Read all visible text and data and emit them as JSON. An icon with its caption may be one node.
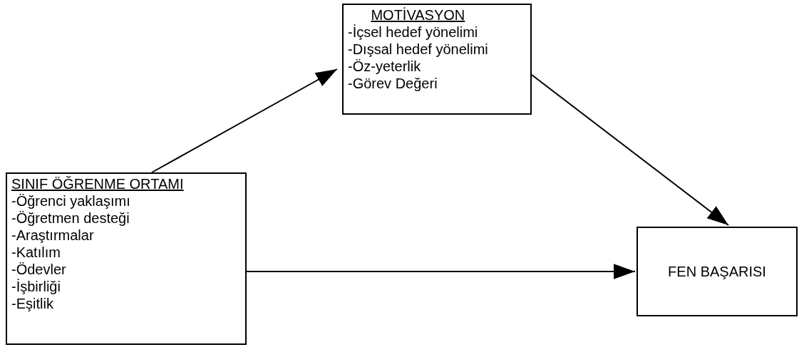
{
  "diagram": {
    "nodes": [
      {
        "text": [
          "MOTİVASYON",
          "-İçsel hedef yönelimi",
          "-Dışsal hedef yönelimi",
          "-Öz-yeterlik",
          "-Görev Değeri"
        ]
      },
      {
        "text": [
          "SINIF ÖĞRENME ORTAMI",
          "-Öğrenci yaklaşımı",
          "-Öğretmen desteği",
          "-Araştırmalar",
          "-Katılım",
          "-Ödevler",
          "-İşbirliği",
          "-Eşitlik"
        ]
      },
      {
        "text": [
          "FEN BAŞARISI"
        ]
      }
    ],
    "edges": [
      {
        "from": 1,
        "to": 0,
        "arrow": "to"
      },
      {
        "from": 0,
        "to": 2,
        "arrow": "to"
      },
      {
        "from": 1,
        "to": 2,
        "arrow": "to"
      }
    ]
  }
}
